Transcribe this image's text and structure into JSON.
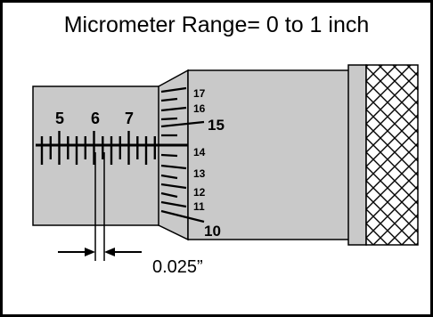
{
  "title": "Micrometer Range= 0 to 1 inch",
  "sleeve": {
    "numbers": [
      "5",
      "6",
      "7"
    ]
  },
  "thimble": {
    "numbers": [
      "17",
      "16",
      "15",
      "14",
      "13",
      "12",
      "11",
      "10"
    ]
  },
  "dimension": {
    "label": "0.025”"
  },
  "colors": {
    "barrel": "#c9c9c9",
    "outline": "#000000",
    "background": "#ffffff"
  }
}
